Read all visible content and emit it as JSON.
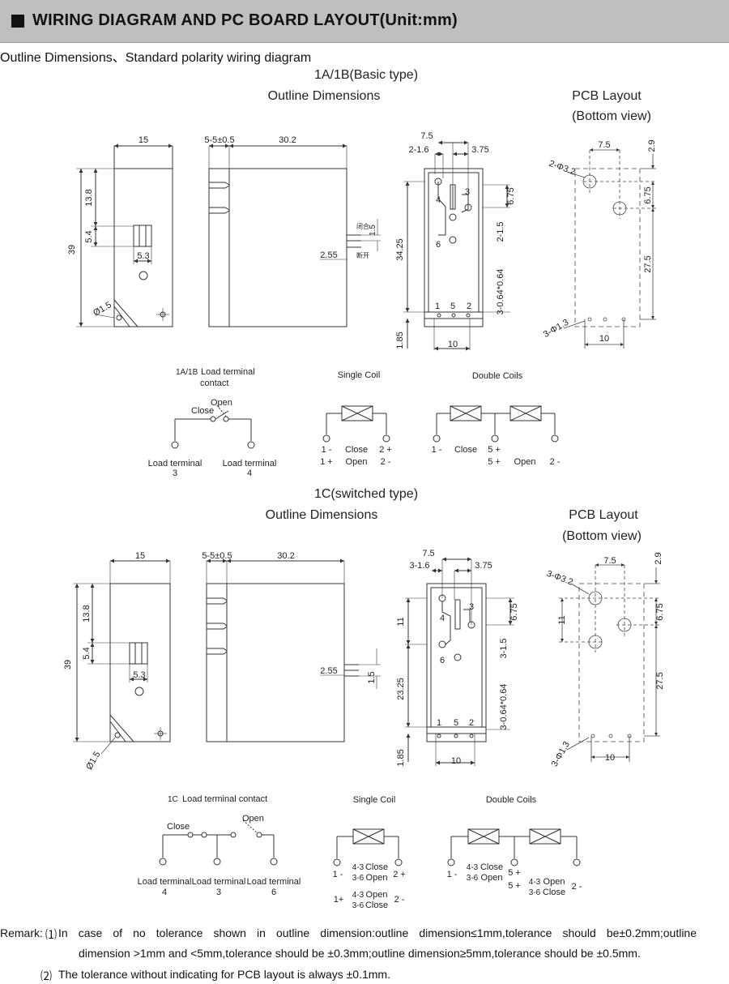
{
  "header": {
    "title": "WIRING DIAGRAM AND PC BOARD LAYOUT(Unit:mm)"
  },
  "intro": "Outline Dimensions、Standard polarity wiring diagram",
  "basic": {
    "type_title": "1A/1B(Basic type)",
    "outline_title": "Outline Dimensions",
    "pcb_title": "PCB Layout",
    "pcb_sub": "(Bottom view)",
    "dims_side": {
      "w15": "15",
      "h39": "39",
      "d138": "13.8",
      "d54": "5.4",
      "d53": "5.3",
      "phi15": "Ø1.5"
    },
    "dims_front": {
      "pin": "5-5±0.5",
      "len": "30.2",
      "d255": "2.55",
      "d15": "1.5",
      "close_cn": "闭合",
      "open_cn": "断开"
    },
    "dims_bottom": {
      "d75": "7.5",
      "d216": "2-1.6",
      "d375": "3.75",
      "d675": "6.75",
      "d215": "2-1.5",
      "d3425": "34.25",
      "d3064": "3-0.64*0.64",
      "d185": "1.85",
      "d10": "10",
      "t4": "4",
      "t3": "3",
      "t6": "6",
      "t1": "1",
      "t5": "5",
      "t2": "2"
    },
    "dims_pcb": {
      "d75": "7.5",
      "d29": "2.9",
      "phi32": "2-Φ3.2",
      "d675": "6.75",
      "d275": "27.5",
      "phi13": "3-Φ1.3",
      "d10": "10"
    },
    "contact": {
      "title_a": "1A/1B",
      "title_b": "Load terminal",
      "title_c": "contact",
      "open": "Open",
      "close": "Close",
      "lt1": "Load terminal",
      "lt1n": "3",
      "lt2": "Load terminal",
      "lt2n": "4"
    },
    "single": {
      "title": "Single Coil",
      "r1a": "1 -",
      "r1b": "Close",
      "r1c": "2 +",
      "r2a": "1 +",
      "r2b": "Open",
      "r2c": "2 -"
    },
    "double": {
      "title": "Double Coils",
      "a": "1 -",
      "b": "Close",
      "c": "5 +",
      "d": "5 +",
      "e": "Open",
      "f": "2 -"
    }
  },
  "switched": {
    "type_title": "1C(switched type)",
    "outline_title": "Outline Dimensions",
    "pcb_title": "PCB Layout",
    "pcb_sub": "(Bottom view)",
    "dims_side": {
      "w15": "15",
      "h39": "39",
      "d138": "13.8",
      "d54": "5.4",
      "d53": "5.3",
      "phi15": "Ø1.5"
    },
    "dims_front": {
      "pin": "5-5±0.5",
      "len": "30.2",
      "d255": "2.55",
      "d15": "1.5"
    },
    "dims_bottom": {
      "d75": "7.5",
      "d316": "3-1.6",
      "d375": "3.75",
      "d11": "11",
      "d675": "6.75",
      "d315": "3-1.5",
      "d2325": "23.25",
      "d3064": "3-0.64*0.64",
      "d185": "1.85",
      "d10": "10",
      "t4": "4",
      "t3": "3",
      "t6": "6",
      "t1": "1",
      "t5": "5",
      "t2": "2"
    },
    "dims_pcb": {
      "d75": "7.5",
      "d29": "2.9",
      "phi32": "3-Φ3.2",
      "d11": "11",
      "d675": "6.75",
      "d275": "27.5",
      "phi13": "3-Φ1.3",
      "d10": "10"
    },
    "contact": {
      "title_a": "1C",
      "title_b": "Load terminal contact",
      "open": "Open",
      "close": "Close",
      "lt1": "Load terminal",
      "lt1n": "4",
      "lt2": "Load terminal",
      "lt2n": "3",
      "lt3": "Load terminal",
      "lt3n": "6"
    },
    "single": {
      "title": "Single Coil",
      "a": "1 -",
      "b1": "4-3",
      "b1t": "Close",
      "b2": "3-6",
      "b2t": "Open",
      "c": "2 +",
      "d": "1+",
      "e1": "4-3",
      "e1t": "Open",
      "e2": "3-6",
      "e2t": "Close",
      "f": "2 -"
    },
    "double": {
      "title": "Double Coils",
      "a": "1 -",
      "b1": "4-3",
      "b1t": "Close",
      "b2": "3-6",
      "b2t": "Open",
      "c": "5 +",
      "d": "5 +",
      "e1": "4-3",
      "e1t": "Open",
      "e2": "3-6",
      "e2t": "Close",
      "f": "2 -"
    }
  },
  "remarks": {
    "label": "Remark:",
    "n1": "⑴",
    "r1a": "In case of no tolerance shown in outline dimension:outline dimension≤1mm,tolerance should be±0.2mm;outline",
    "r1b": "dimension >1mm and <5mm,tolerance should be ±0.3mm;outline dimension≥5mm,tolerance should be ±0.5mm.",
    "n2": "⑵",
    "r2": "The tolerance without indicating for PCB layout is always ±0.1mm."
  }
}
